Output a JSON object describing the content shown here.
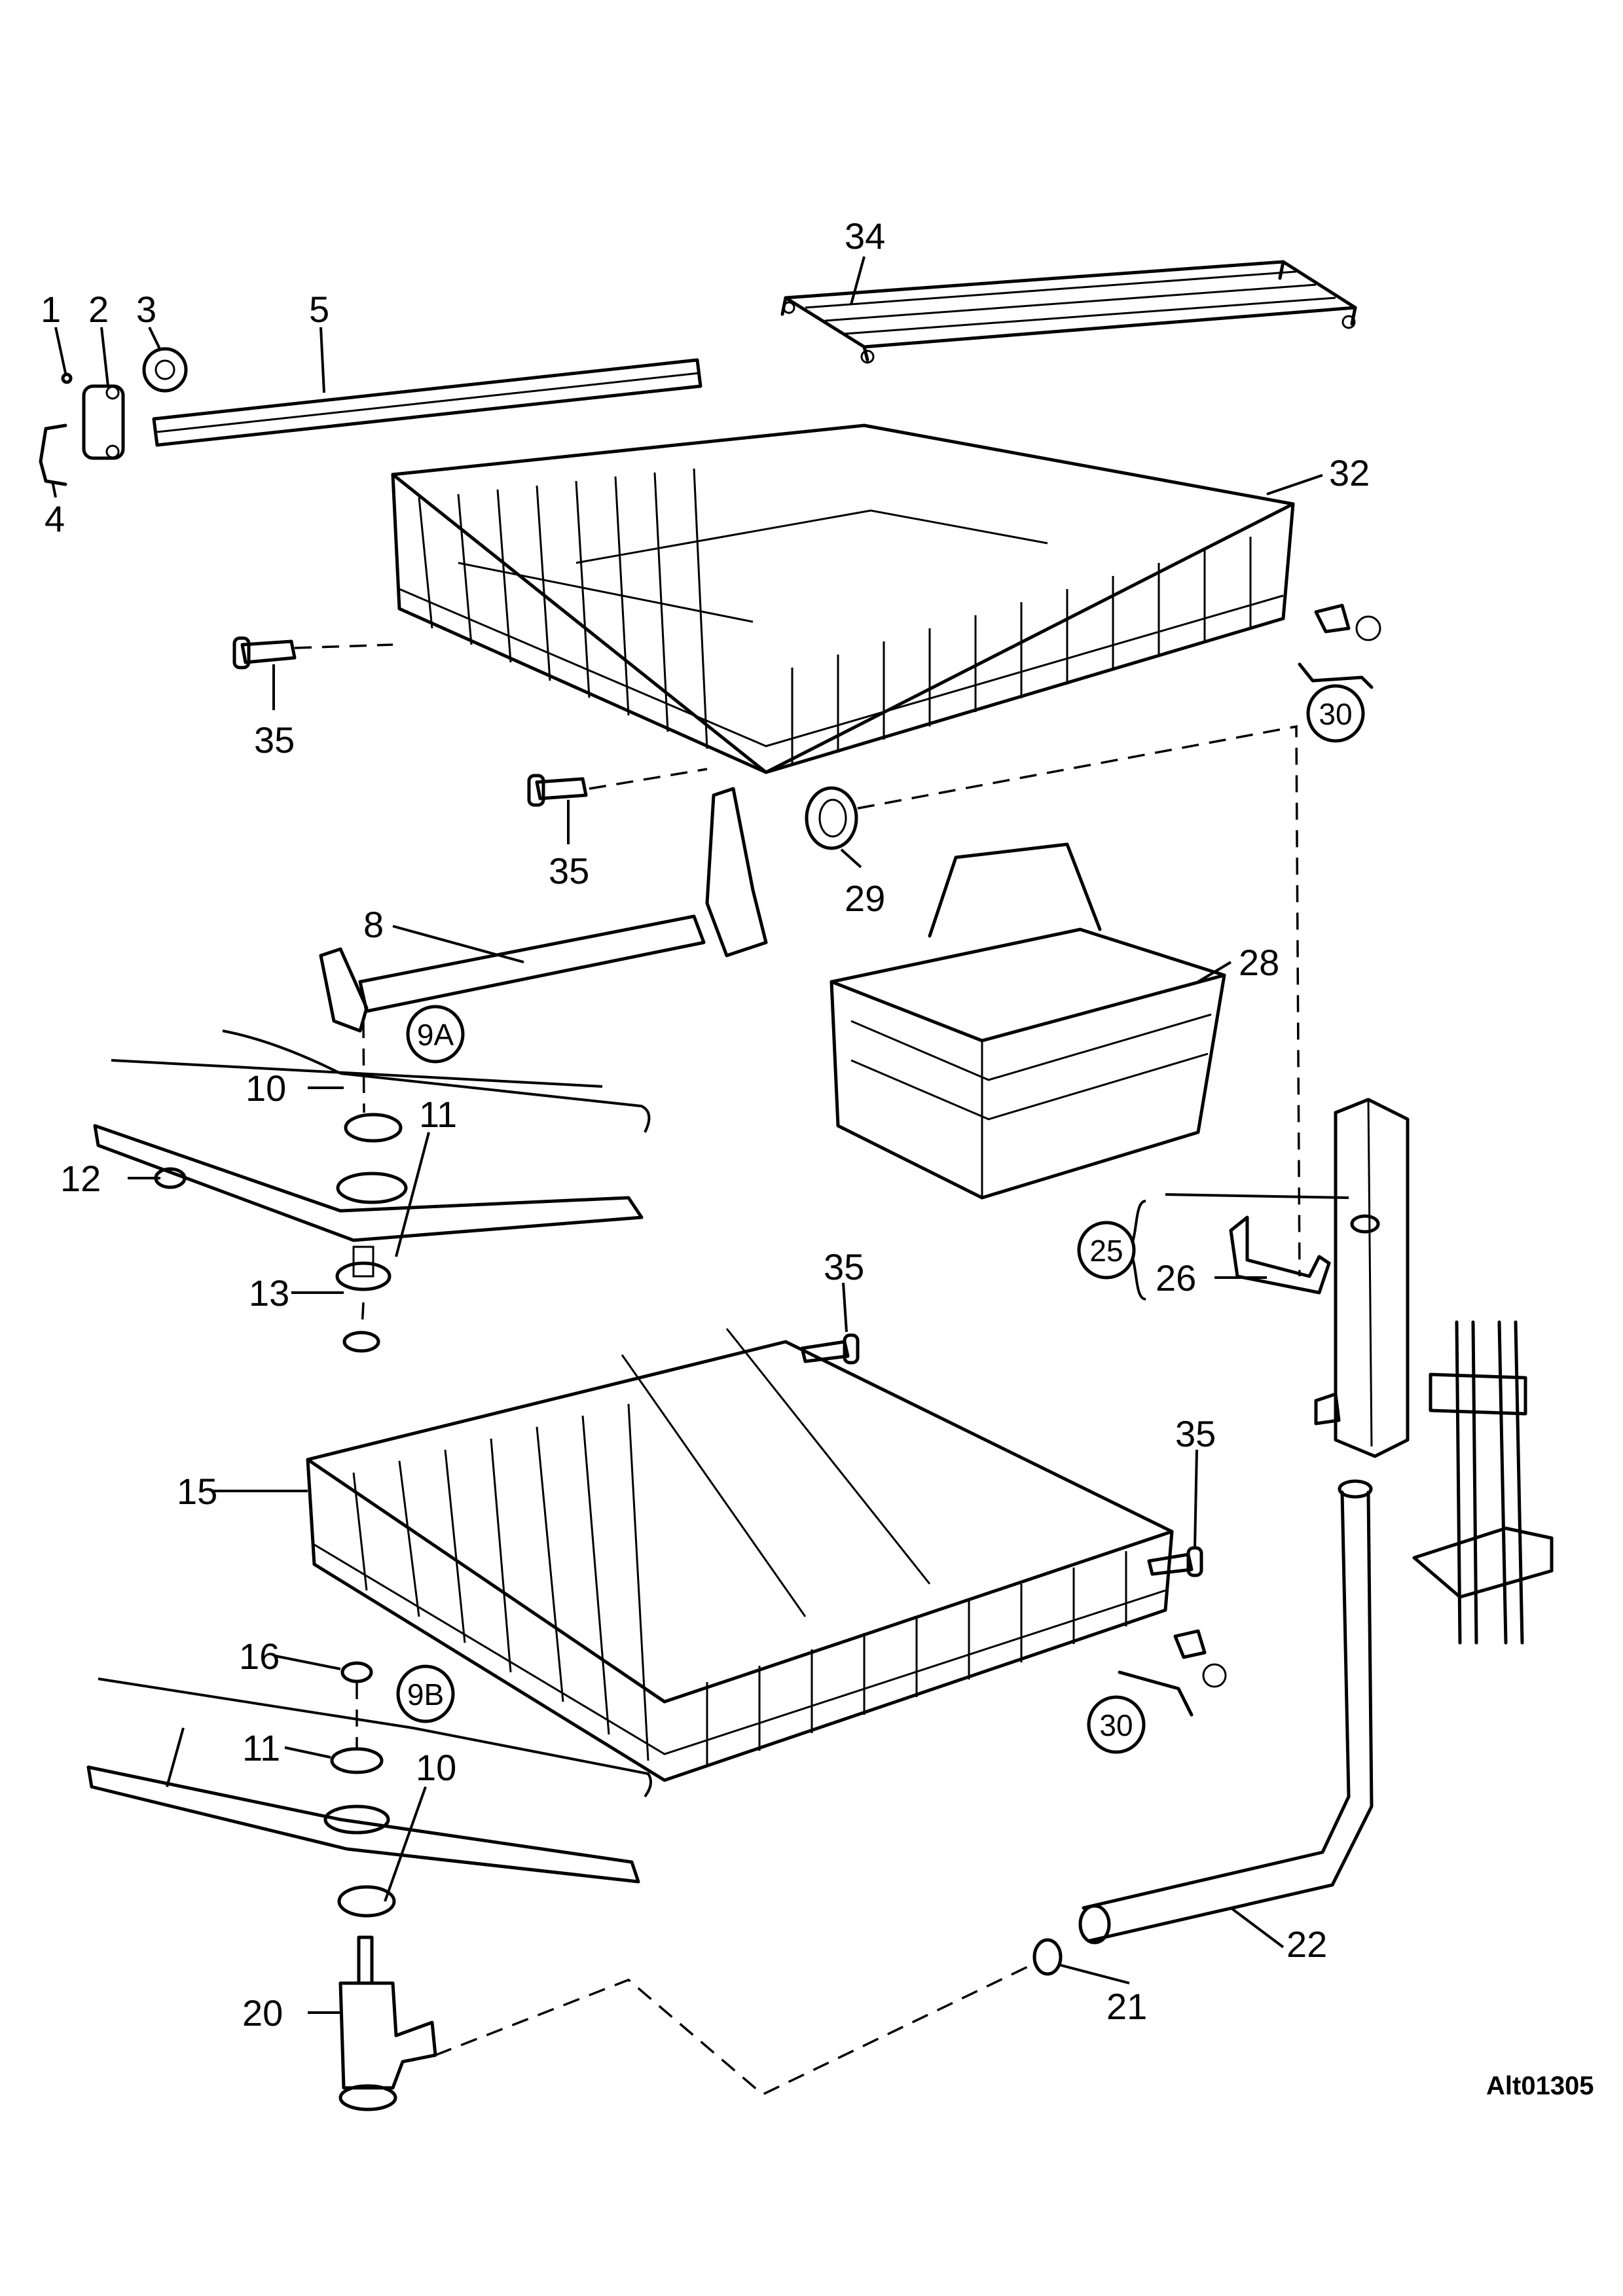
{
  "labels": {
    "p1": "1",
    "p2": "2",
    "p3": "3",
    "p4": "4",
    "p5": "5",
    "p8": "8",
    "p9a": "9A",
    "p9b": "9B",
    "p10a": "10",
    "p10b": "10",
    "p11a": "11",
    "p11b": "11",
    "p12": "12",
    "p13": "13",
    "p15": "15",
    "p16": "16",
    "p20": "20",
    "p21": "21",
    "p22": "22",
    "p25": "25",
    "p26": "26",
    "p28": "28",
    "p29": "29",
    "p30a": "30",
    "p30b": "30",
    "p32": "32",
    "p34": "34",
    "p35a": "35",
    "p35b": "35",
    "p35c": "35",
    "p35d": "35"
  },
  "doc_id": "Alt01305"
}
